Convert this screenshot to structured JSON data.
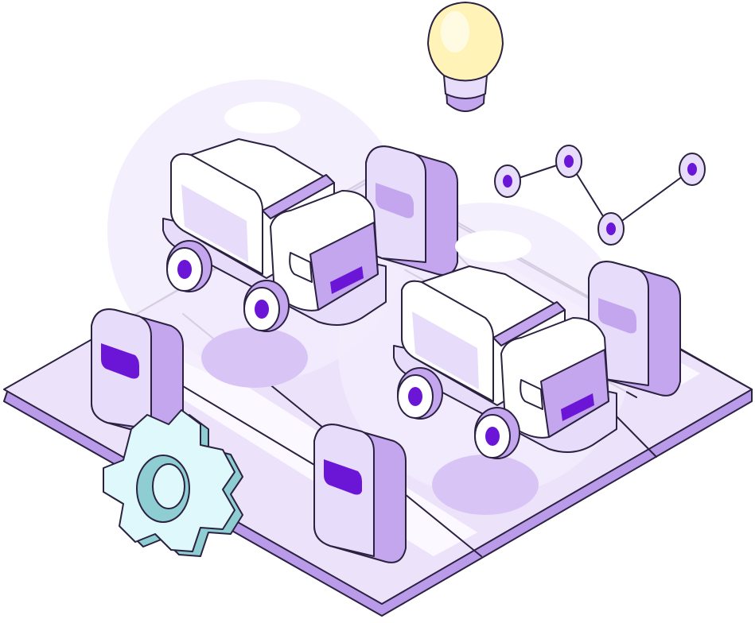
{
  "scene": {
    "description_free": true,
    "objects": [
      {
        "id": "platform",
        "icon": "platform-tile"
      },
      {
        "id": "truck-1",
        "icon": "truck-icon"
      },
      {
        "id": "truck-2",
        "icon": "truck-icon"
      },
      {
        "id": "charger-1",
        "icon": "charging-station-icon"
      },
      {
        "id": "charger-2",
        "icon": "charging-station-icon"
      },
      {
        "id": "charger-3",
        "icon": "charging-station-icon"
      },
      {
        "id": "charger-4",
        "icon": "charging-station-icon"
      },
      {
        "id": "gear",
        "icon": "gear-icon"
      },
      {
        "id": "bulb",
        "icon": "lightbulb-icon"
      },
      {
        "id": "network",
        "icon": "network-nodes-icon"
      }
    ]
  },
  "colors": {
    "outline": "#2b2140",
    "platform_top": "#ece3fb",
    "platform_side": "#b99be9",
    "lane_light": "#fbf9ff",
    "glow": "#f2ecfd",
    "purple_light": "#e7dcfa",
    "purple_mid": "#c3a6ee",
    "purple_dark": "#6b16d6",
    "shadow": "#d9c5f5",
    "gear_light": "#dff8fb",
    "gear_dark": "#8ecdd2",
    "bulb": "#fff3b8",
    "bulb_light": "#fffbe2"
  }
}
